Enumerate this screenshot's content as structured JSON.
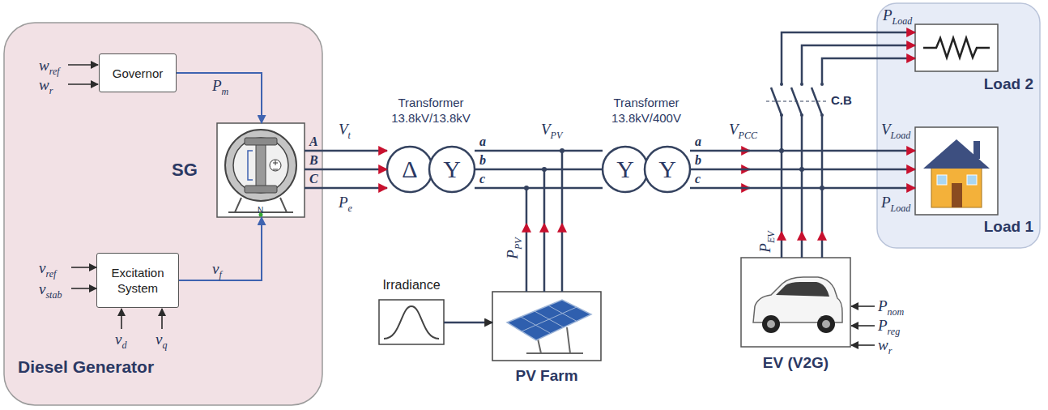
{
  "diagram": {
    "nodes": [
      {
        "text": [
          "Diesel Generator"
        ]
      },
      {
        "text": [
          "Governor"
        ],
        "in": 0
      },
      {
        "text": [
          "SG"
        ],
        "in": 0
      },
      {
        "text": [
          "Excitation System"
        ],
        "in": 0
      },
      {
        "text": [
          "Transformer 13.8kV/13.8kV",
          "Δ",
          "Y"
        ]
      },
      {
        "text": [
          "Irradiance"
        ]
      },
      {
        "text": [
          "PV Farm"
        ]
      },
      {
        "text": [
          "Transformer 13.8kV/400V",
          "Y",
          "Y"
        ]
      },
      {
        "text": []
      },
      {
        "text": [
          "Load 2"
        ],
        "in": 8
      },
      {
        "text": [
          "Load 1"
        ],
        "in": 8
      },
      {
        "text": [
          "EV (V2G)"
        ]
      }
    ],
    "edges": [
      {
        "from": 1,
        "to": 2,
        "arrow": "to"
      },
      {
        "from": 3,
        "to": 2,
        "arrow": "to"
      },
      {
        "from": 2,
        "to": 4,
        "arrow": "to"
      },
      {
        "from": 2,
        "to": 4,
        "arrow": "to"
      },
      {
        "from": 2,
        "to": 4,
        "arrow": "to"
      },
      {
        "from": 4,
        "to": 7,
        "arrow": "none"
      },
      {
        "from": 4,
        "to": 7,
        "arrow": "none"
      },
      {
        "from": 4,
        "to": 7,
        "arrow": "none"
      },
      {
        "from": 5,
        "to": 6,
        "arrow": "to"
      },
      {
        "from": 7,
        "to": 10,
        "arrow": "to"
      },
      {
        "from": 7,
        "to": 10,
        "arrow": "to"
      },
      {
        "from": 7,
        "to": 10,
        "arrow": "to"
      }
    ],
    "labels": [
      "w",
      "ref",
      "w",
      "r",
      "P",
      "m",
      "v",
      "ref",
      "v",
      "stab",
      "v",
      "d",
      "v",
      "q",
      "v",
      "f",
      "N",
      "A",
      "B",
      "C",
      "V",
      "t",
      "P",
      "e",
      "V",
      "PV",
      "a",
      "b",
      "c",
      "P",
      "PV",
      "a",
      "b",
      "c",
      "V",
      "PCC",
      "C.B",
      "P",
      "Load",
      "V",
      "Load",
      "P",
      "Load",
      "P",
      "EV",
      "P",
      "nom",
      "P",
      "reg",
      "w",
      "r"
    ]
  }
}
